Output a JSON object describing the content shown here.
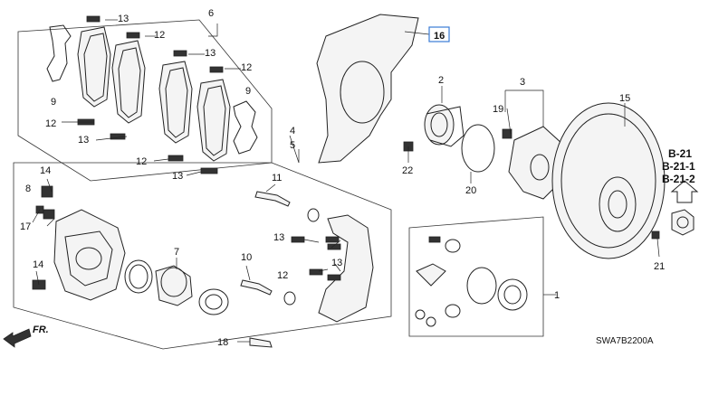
{
  "diagram": {
    "part_numbers": [
      "1",
      "2",
      "3",
      "4",
      "5",
      "6",
      "7",
      "8",
      "9",
      "9",
      "10",
      "11",
      "12",
      "12",
      "12",
      "12",
      "12",
      "13",
      "13",
      "13",
      "13",
      "13",
      "13",
      "14",
      "14",
      "15",
      "16",
      "17",
      "18",
      "19",
      "20",
      "21",
      "22"
    ],
    "references": [
      "B-21",
      "B-21-1",
      "B-21-2"
    ],
    "front_marker": "FR.",
    "drawing_code": "SWA7B2200A",
    "highlighted_part": "16"
  }
}
